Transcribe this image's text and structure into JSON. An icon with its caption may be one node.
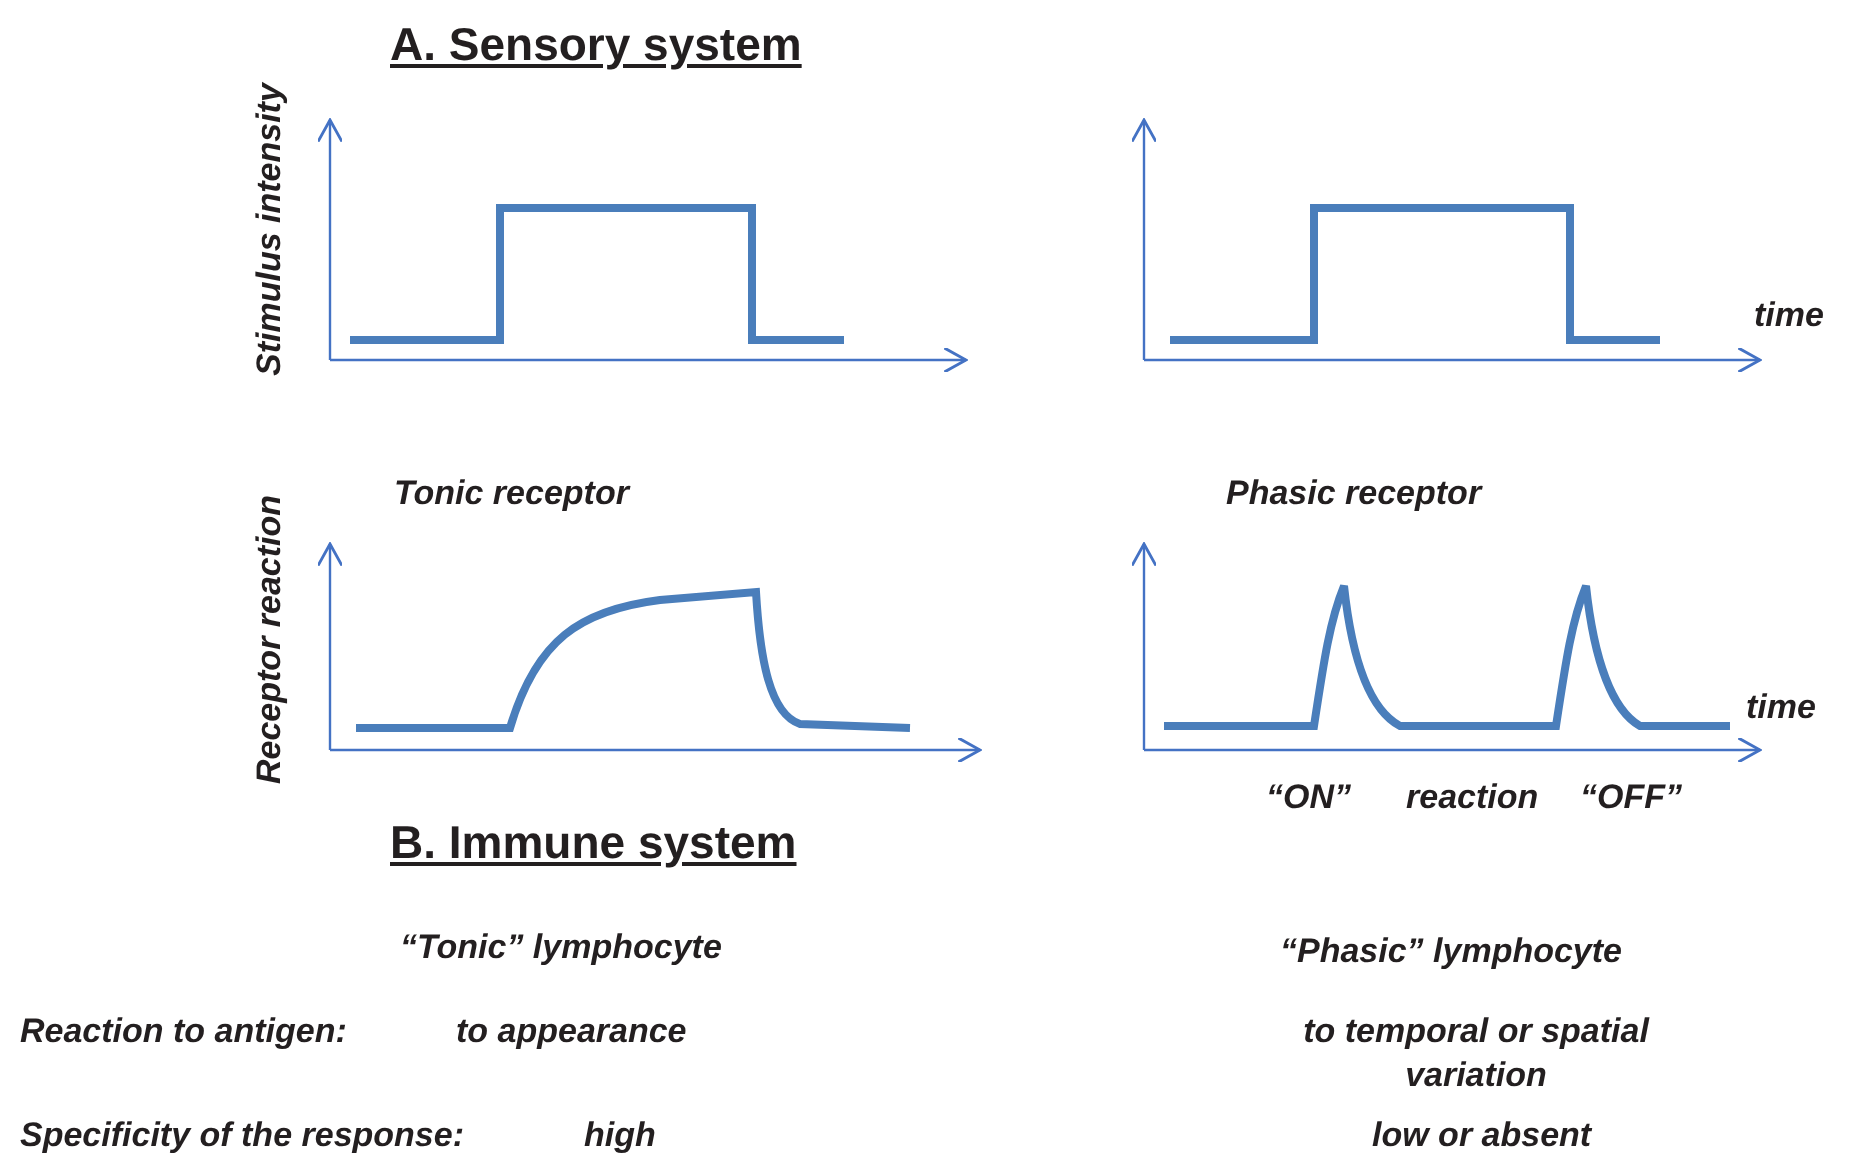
{
  "diagram": {
    "labels": [
      "A. Sensory system",
      "Stimulus intensity",
      "time",
      "Receptor reaction",
      "Tonic receptor",
      "Phasic receptor",
      "time",
      "“ON”",
      "reaction",
      "“OFF”",
      "B. Immune system",
      "“Tonic” lymphocyte",
      "“Phasic” lymphocyte",
      "Reaction to antigen:",
      "to appearance",
      "to temporal or spatial variation",
      "Specificity of the response:",
      "high",
      "low or absent"
    ]
  }
}
